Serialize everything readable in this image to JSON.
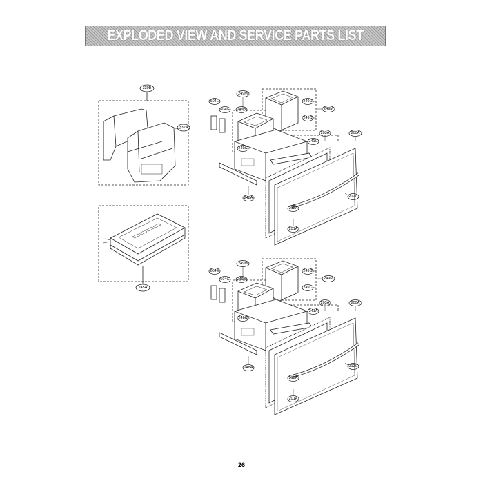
{
  "header": {
    "title": "EXPLODED VIEW AND SERVICE PARTS LIST"
  },
  "footer": {
    "page_number": "26"
  },
  "diagram": {
    "top_left": {
      "labels": {
        "a": "330B",
        "b": "332A"
      }
    },
    "mid_left": {
      "labels": {
        "a": "245A"
      }
    },
    "top_right": {
      "labels": {
        "l249m_a": "249M",
        "l604e": "604E",
        "l604g": "604G",
        "l249b": "249B",
        "l249d": "249D",
        "l249m_b": "249M",
        "l249c_a": "249C",
        "l249c_b": "249C",
        "l241c": "241C",
        "l203a": "203A",
        "l200a": "200A",
        "l248a": "248A",
        "l212a": "212A",
        "l212c": "212C",
        "l201a": "201A"
      }
    },
    "bottom_right": {
      "labels": {
        "l249m_a": "249M",
        "l604e": "604E",
        "l604g": "604G",
        "l249b": "249B",
        "l249d": "249D",
        "l249m_b": "249M",
        "l249c_a": "249C",
        "l249c_b": "249C",
        "l241a": "241A",
        "l203a": "203A",
        "l200a": "200A",
        "l248a": "248A",
        "l212a": "212A",
        "l212c": "212C",
        "l201a": "201A"
      }
    }
  }
}
